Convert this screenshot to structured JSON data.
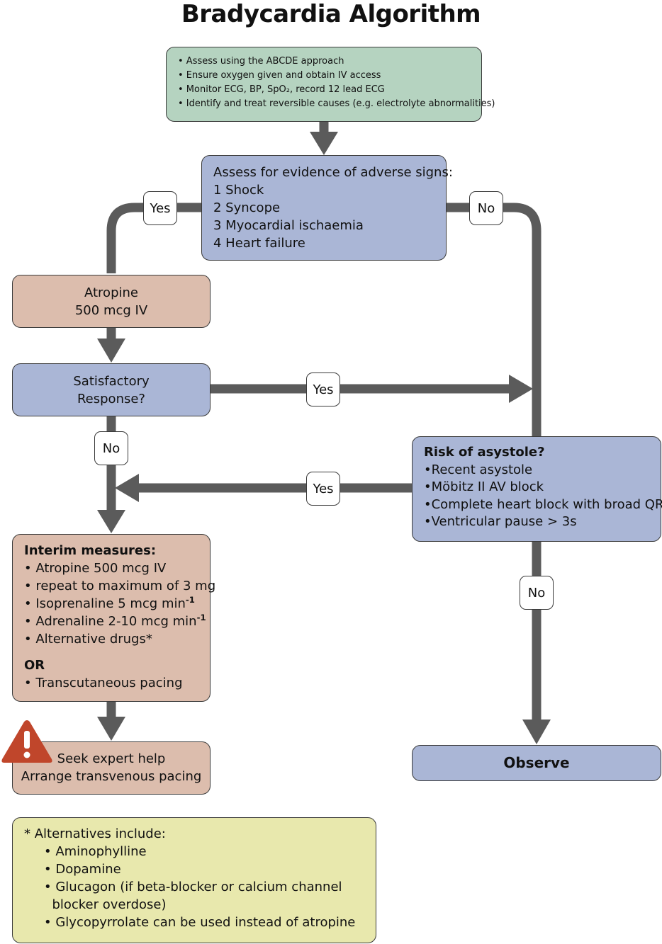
{
  "title": "Bradycardia Algorithm",
  "assess_box": {
    "items": [
      "• Assess using the ABCDE approach",
      "• Ensure oxygen given and obtain IV access",
      "• Monitor ECG, BP, SpO₂, record 12 lead ECG",
      "• Identify and treat reversible causes (e.g. electrolyte abnormalities)"
    ]
  },
  "adverse_box": {
    "heading": "Assess for evidence of adverse signs:",
    "items": [
      "1 Shock",
      "2 Syncope",
      "3 Myocardial ischaemia",
      "4 Heart failure"
    ]
  },
  "atropine_box": {
    "line1": "Atropine",
    "line2": "500 mcg IV"
  },
  "satisfactory_box": {
    "line1": "Satisfactory",
    "line2": "Response?"
  },
  "risk_box": {
    "heading": "Risk of asystole?",
    "items": [
      "•Recent asystole",
      "•Möbitz II AV block",
      "•Complete heart block with broad QRS",
      "•Ventricular pause > 3s"
    ]
  },
  "interim_box": {
    "heading": "Interim measures:",
    "items": [
      "• Atropine 500 mcg IV",
      "• repeat to maximum of 3 mg"
    ],
    "isoprenaline": "• Isoprenaline 5 mcg min",
    "adrenaline": "• Adrenaline 2-10 mcg min",
    "per_minute_exponent": "-1",
    "alt_drugs": "• Alternative drugs*",
    "or_label": "OR",
    "pacing": "• Transcutaneous pacing"
  },
  "expert_box": {
    "line1": "Seek expert help",
    "line2": "Arrange transvenous pacing"
  },
  "observe_box": {
    "label": "Observe"
  },
  "alternatives_box": {
    "heading": "* Alternatives include:",
    "items": [
      "• Aminophylline",
      "• Dopamine",
      "• Glucagon (if beta-blocker or calcium channel",
      "  blocker overdose)",
      "• Glycopyrrolate can be used instead of atropine"
    ]
  },
  "labels": {
    "adverse_yes": "Yes",
    "adverse_no": "No",
    "satisfactory_yes": "Yes",
    "satisfactory_no": "No",
    "risk_yes": "Yes",
    "risk_no": "No"
  },
  "colors": {
    "green_box": "#b5d3c0",
    "blue_box": "#aab6d6",
    "tan_box": "#dcbdad",
    "yellow_box": "#e8e8ad",
    "arrow": "#5b5b5b",
    "warning": "#c0462b"
  },
  "icons": {
    "warning": "warning-triangle-icon"
  }
}
